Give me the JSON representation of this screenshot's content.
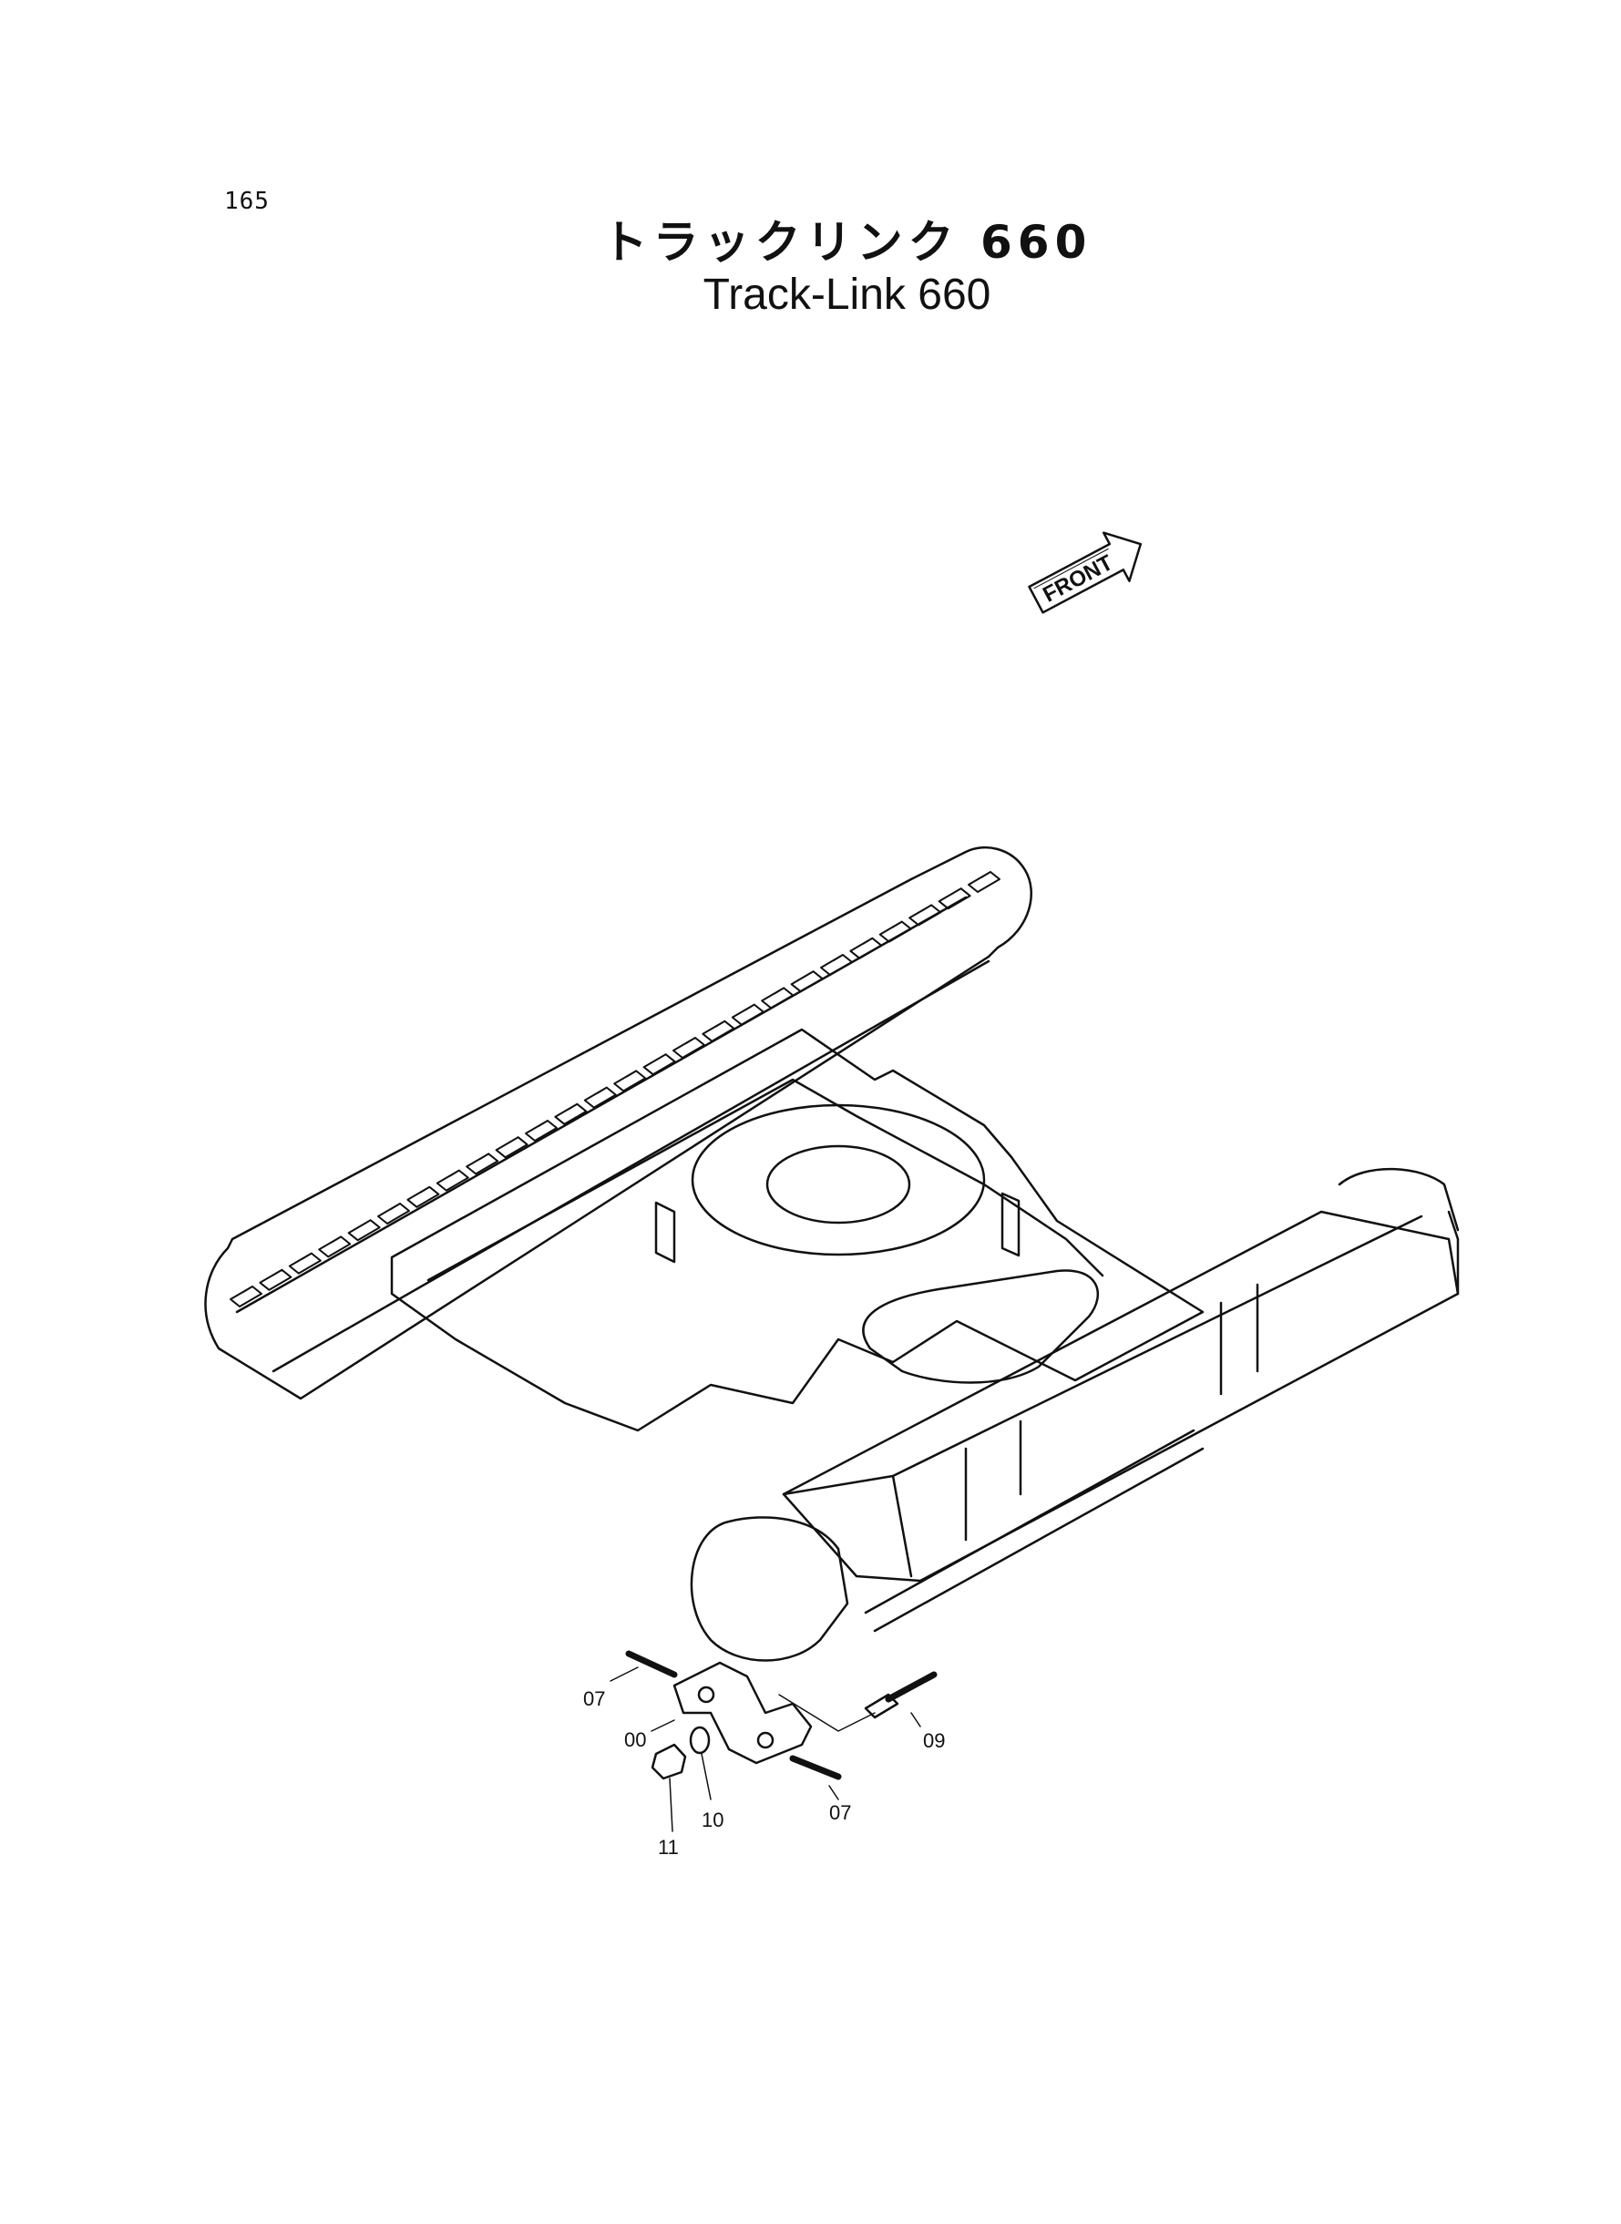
{
  "page_number": "165",
  "title_jp": "トラックリンク 660",
  "title_en": "Track-Link 660",
  "front_label": "FRONT",
  "callouts": {
    "c07_top": "07",
    "c00": "00",
    "c09": "09",
    "c07_bottom": "07",
    "c10": "10",
    "c11": "11"
  },
  "colors": {
    "ink": "#111111",
    "paper": "#ffffff"
  }
}
